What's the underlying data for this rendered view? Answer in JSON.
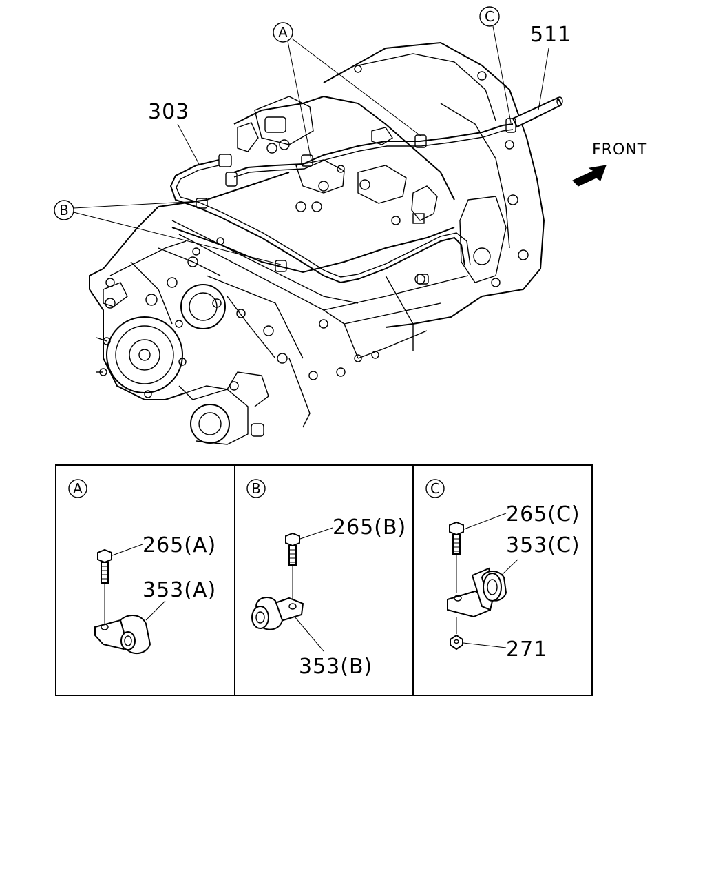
{
  "callouts": {
    "part_303": "303",
    "part_511": "511",
    "front": "FRONT",
    "ref_a": "A",
    "ref_b": "B",
    "ref_c": "C"
  },
  "detail_panels": [
    {
      "ref": "A",
      "bolt_label": "265(A)",
      "clamp_label": "353(A)"
    },
    {
      "ref": "B",
      "bolt_label": "265(B)",
      "clamp_label": "353(B)"
    },
    {
      "ref": "C",
      "bolt_label": "265(C)",
      "clamp_label": "353(C)",
      "nut_label": "271"
    }
  ]
}
